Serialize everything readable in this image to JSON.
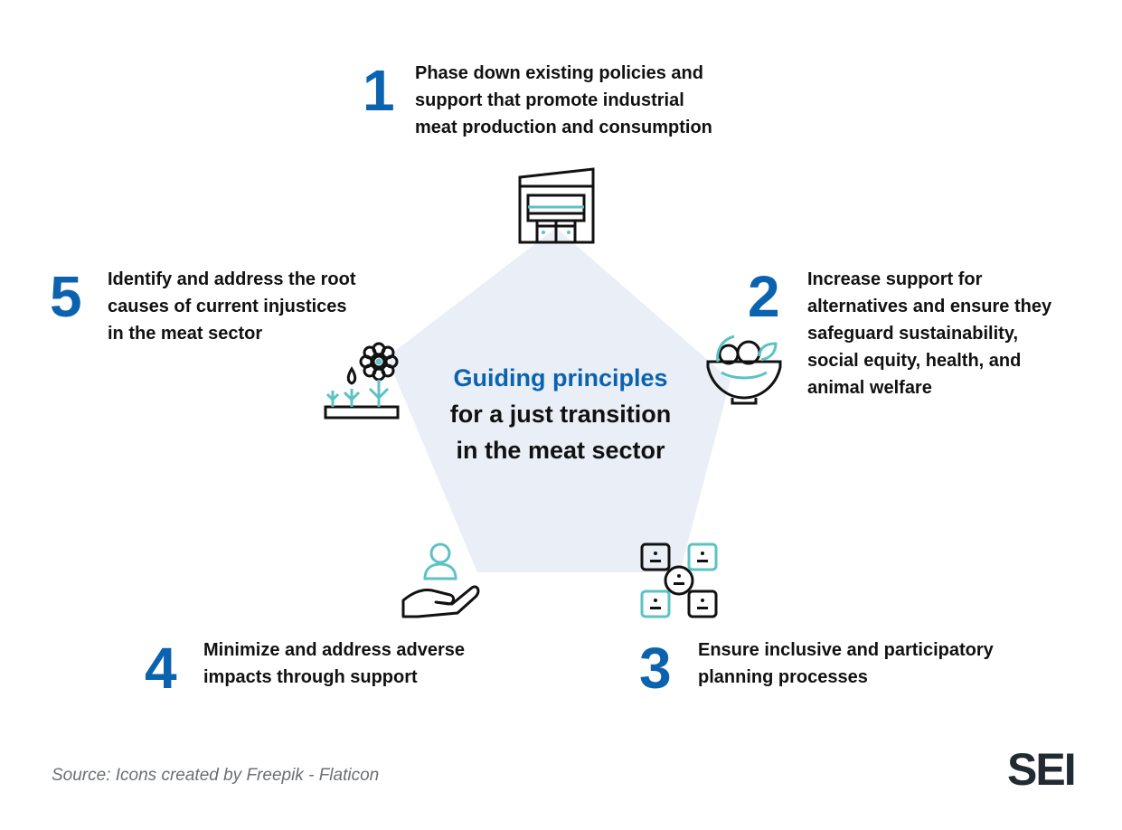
{
  "center": {
    "accent": "Guiding principles",
    "line2": "for a just transition",
    "line3": "in the meat sector"
  },
  "principles": [
    {
      "number": "1",
      "lines": [
        "Phase down existing policies and",
        "support that promote industrial",
        "meat production and consumption"
      ],
      "icon": "factory-icon"
    },
    {
      "number": "2",
      "lines": [
        "Increase support for",
        "alternatives and ensure they",
        "safeguard sustainability,",
        "social equity, health, and",
        "animal welfare"
      ],
      "icon": "food-bowl-icon"
    },
    {
      "number": "3",
      "lines": [
        "Ensure inclusive and participatory",
        "planning processes"
      ],
      "icon": "people-network-icon"
    },
    {
      "number": "4",
      "lines": [
        "Minimize and address adverse",
        "impacts through support"
      ],
      "icon": "helping-hand-icon"
    },
    {
      "number": "5",
      "lines": [
        "Identify and address the root",
        "causes of current injustices",
        "in the meat sector"
      ],
      "icon": "plant-flower-icon"
    }
  ],
  "source": "Source: Icons created by Freepik - Flaticon",
  "logo": "SEI",
  "colors": {
    "accent": "#0b63b0",
    "teal": "#5cc2c6",
    "pentagon": "#e9eef7",
    "logo": "#222b33",
    "source": "#6b6f73"
  }
}
